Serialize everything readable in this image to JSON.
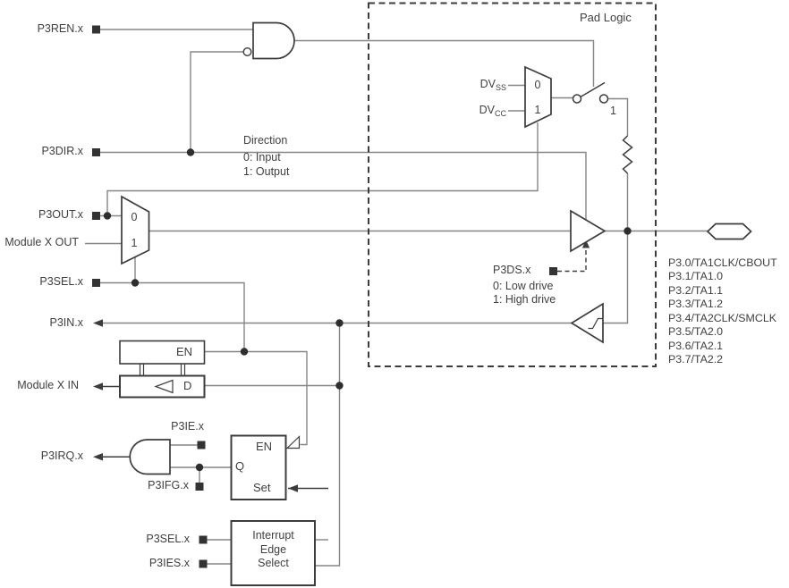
{
  "colors": {
    "wire": "#858585",
    "ink": "#3c3c3c",
    "text": "#3f3f3f",
    "background": "#ffffff"
  },
  "pad_logic_title": "Pad Logic",
  "left_labels": {
    "p3ren": "P3REN.x",
    "p3dir": "P3DIR.x",
    "p3out": "P3OUT.x",
    "module_x_out": "Module X OUT",
    "p3sel": "P3SEL.x",
    "p3in": "P3IN.x",
    "module_x_in": "Module X IN",
    "p3ie": "P3IE.x",
    "p3irq": "P3IRQ.x",
    "p3ifg": "P3IFG.x",
    "p3sel2": "P3SEL.x",
    "p3ies": "P3IES.x"
  },
  "direction_note": {
    "title": "Direction",
    "opt0": "0: Input",
    "opt1": "1: Output"
  },
  "drive_note": {
    "title": "P3DS.x",
    "opt0": "0: Low drive",
    "opt1": "1: High drive"
  },
  "supply": {
    "dvss_base": "DV",
    "dvss_sub": "SS",
    "dvcc_base": "DV",
    "dvcc_sub": "CC"
  },
  "mux_top": {
    "in0": "0",
    "in1": "1"
  },
  "mux_out": {
    "in0": "0",
    "in1": "1"
  },
  "switch_label": "1",
  "latch": {
    "en": "EN",
    "d": "D"
  },
  "flag_box": {
    "en": "EN",
    "q": "Q",
    "set": "Set"
  },
  "edge_select": {
    "line1": "Interrupt",
    "line2": "Edge",
    "line3": "Select"
  },
  "pins": [
    "P3.0/TA1CLK/CBOUT",
    "P3.1/TA1.0",
    "P3.2/TA1.1",
    "P3.3/TA1.2",
    "P3.4/TA2CLK/SMCLK",
    "P3.5/TA2.0",
    "P3.6/TA2.1",
    "P3.7/TA2.2"
  ]
}
